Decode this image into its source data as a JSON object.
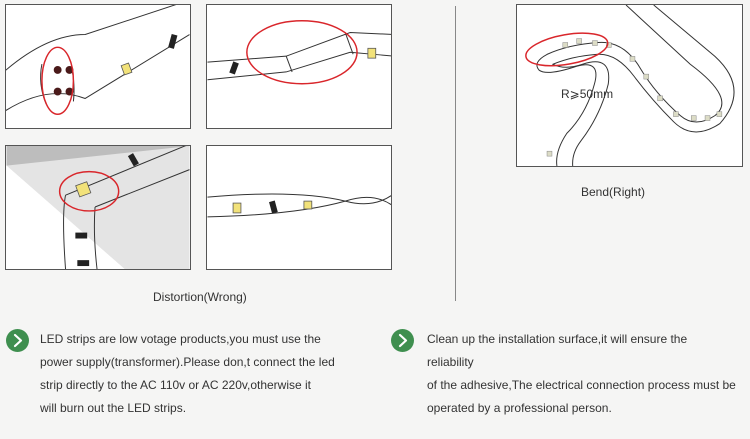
{
  "captions": {
    "wrong": "Distortion(Wrong)",
    "right": "Bend(Right)",
    "radius": "R⩾50mm"
  },
  "notes": {
    "left": [
      "LED strips are low votage products,you must use the",
      "power supply(transformer).Please don,t connect the led",
      "strip directly to the AC 110v or AC 220v,otherwise it",
      "will burn out the LED strips."
    ],
    "right": [
      "Clean up the installation surface,it will ensure the reliability",
      "of the adhesive,The electrical connection process must be",
      "operated by a professional person."
    ]
  },
  "icons": {
    "bullet": "chevron-right-icon"
  },
  "colors": {
    "highlight_circle": "#d9262b",
    "bullet": "#3f8f4f",
    "led": "#f2e27a"
  }
}
